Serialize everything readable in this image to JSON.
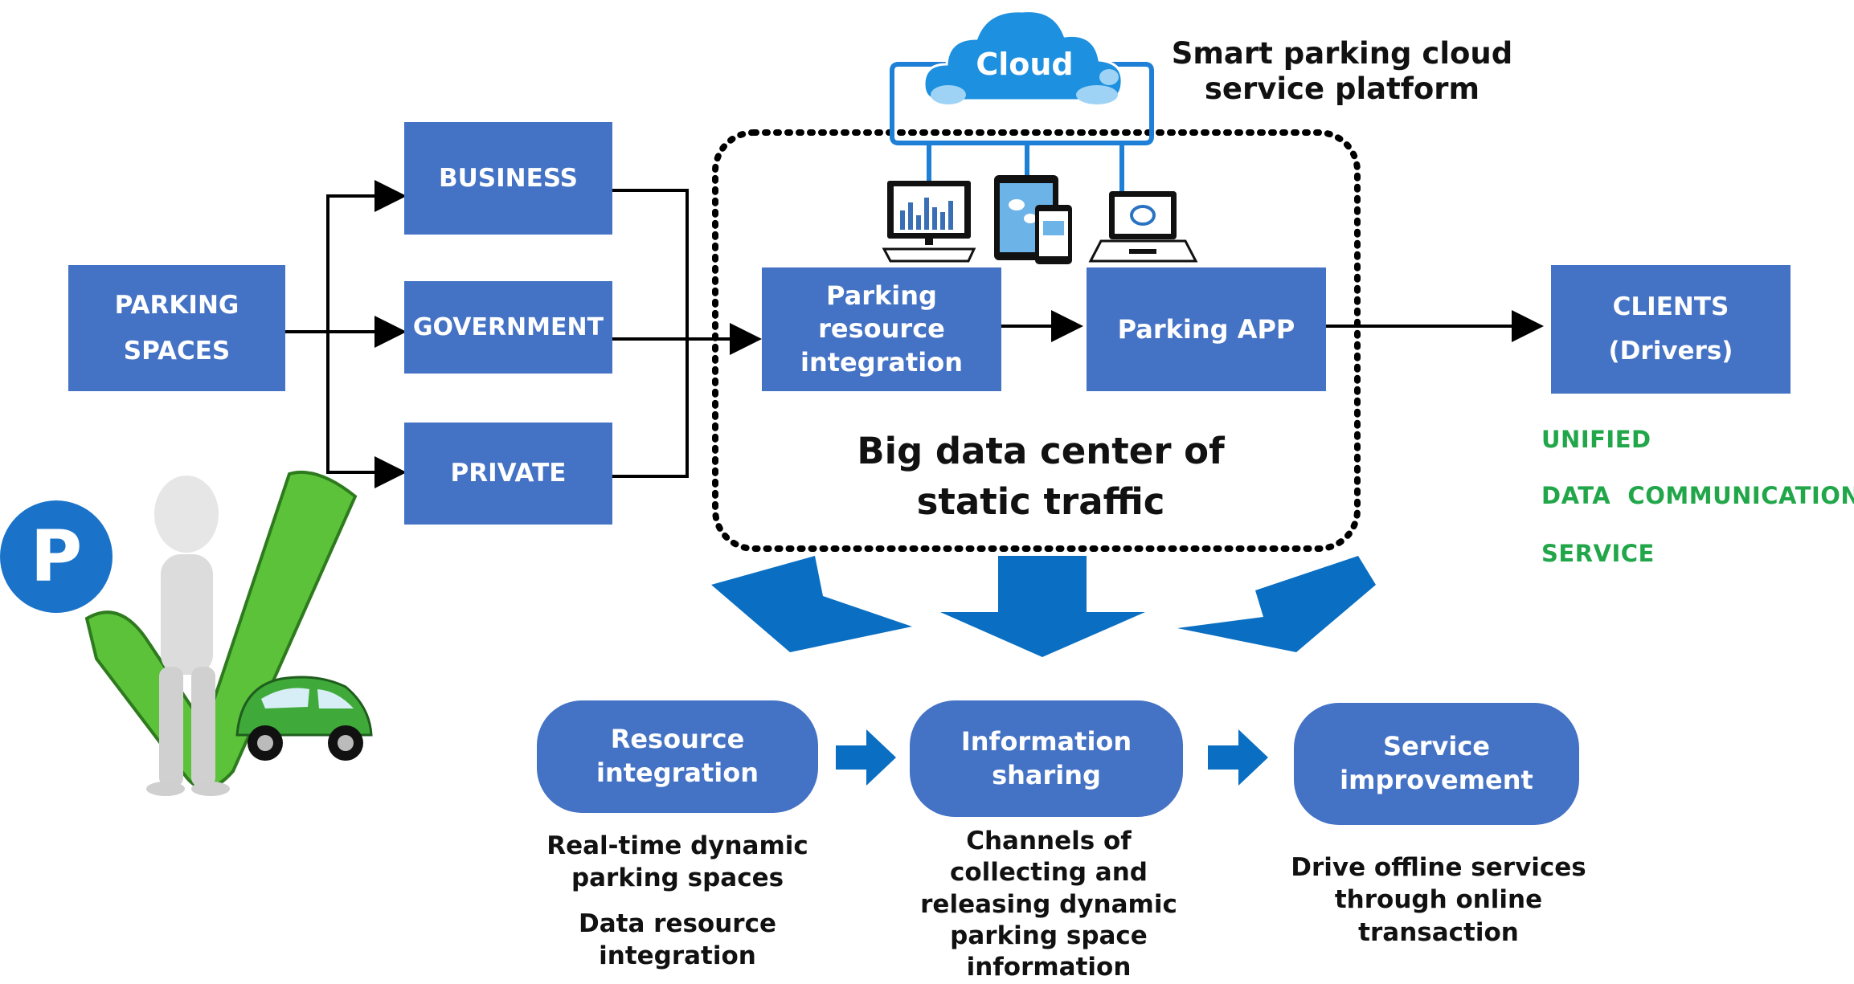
{
  "sources": {
    "parking_spaces": [
      "PARKING",
      "SPACES"
    ],
    "business": "BUSINESS",
    "government": "GOVERNMENT",
    "private": "PRIVATE"
  },
  "cloud": {
    "cloud_label": "Cloud",
    "platform_title": [
      "Smart parking cloud",
      "service platform"
    ]
  },
  "center": {
    "resource_box": [
      "Parking resource",
      "integration"
    ],
    "app_box": "Parking APP",
    "title": [
      "Big data center of",
      "static traffic"
    ]
  },
  "clients": {
    "box": [
      "CLIENTS",
      "(Drivers)"
    ],
    "unified_lines": [
      "UNIFIED",
      "DATA  COMMUNICATION",
      "SERVICE"
    ],
    "unified_color": "#22A64A"
  },
  "stages": [
    {
      "title": [
        "Resource",
        "integration"
      ],
      "caption_a": [
        "Real-time dynamic",
        "parking spaces"
      ],
      "caption_b": [
        "Data resource",
        "integration"
      ]
    },
    {
      "title": [
        "Information",
        "sharing"
      ],
      "caption_a": [
        "Channels of",
        "collecting and",
        "releasing dynamic",
        "parking space",
        "information"
      ]
    },
    {
      "title": [
        "Service",
        "improvement"
      ],
      "caption_a": [
        "Drive offline services",
        "through online",
        "transaction"
      ]
    }
  ],
  "illustration": {
    "parking_sign": "P"
  },
  "colors": {
    "box_blue": "#4472C4",
    "arrow_blue": "#0A6FC2",
    "cloud_blue": "#1E90E0"
  }
}
